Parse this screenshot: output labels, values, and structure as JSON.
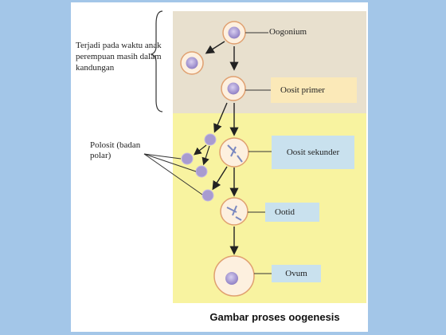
{
  "note_left": "Terjadi pada waktu anak perempuan masih dalam kandungan",
  "polar_label": "Polosit (badan polar)",
  "stages": {
    "oogonium": "Oogonium",
    "oosit_primer": "Oosit primer",
    "oosit_sekunder": "Oosit sekunder",
    "ootid": "Ootid",
    "ovum": "Ovum"
  },
  "caption": "Gambar proses oogenesis",
  "colors": {
    "background": "#a3c6e8",
    "upper_zone": "#e8e0ce",
    "lower_zone": "#f8f3a0",
    "cell_fill": "#fdf0df",
    "cell_border": "#e0a070",
    "nucleus": "#a89bd0",
    "label_box_upper": "#fbe9b8",
    "label_box_lower": "#c9e1ee"
  }
}
